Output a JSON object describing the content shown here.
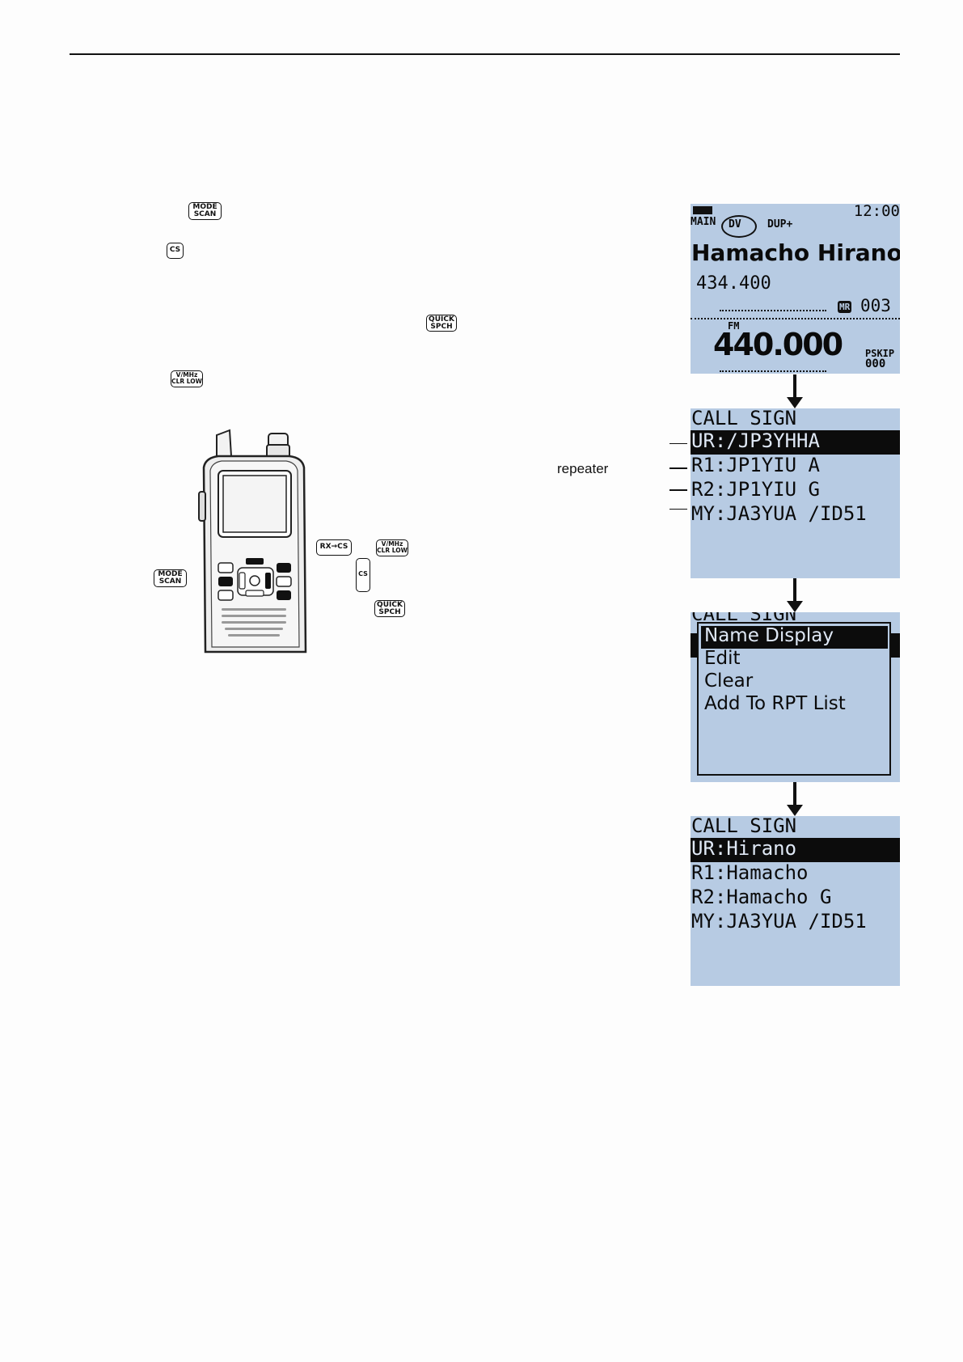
{
  "keys": {
    "mode_scan": [
      "MODE",
      "SCAN"
    ],
    "cs": "CS",
    "quick_spch": [
      "QUICK",
      "SPCH"
    ],
    "v_mhz": [
      "V/MHz",
      "CLR LOW"
    ],
    "rx_cs": "RX→CS"
  },
  "labels": {
    "repeater": "repeater"
  },
  "screen1": {
    "clock": "12:00",
    "main": "MAIN",
    "mode": "DV",
    "dup": "DUP+",
    "name": "Hamacho Hirano",
    "freq_small": "434.400",
    "mr_badge": "MR",
    "channel": "003",
    "fm": "FM",
    "freq_large": "440.000",
    "pskip": "PSKIP",
    "pskip_val": "000"
  },
  "screen2": {
    "title": "CALL SIGN",
    "rows": [
      "UR:/JP3YHHA",
      "R1:JP1YIU A",
      "R2:JP1YIU G",
      "MY:JA3YUA /ID51"
    ]
  },
  "screen3": {
    "title": "CALL SIGN",
    "menu": [
      "Name Display",
      "Edit",
      "Clear",
      "Add To RPT List"
    ]
  },
  "screen4": {
    "title": "CALL SIGN",
    "rows": [
      "UR:Hirano",
      "R1:Hamacho",
      "R2:Hamacho G",
      "MY:JA3YUA /ID51"
    ]
  }
}
